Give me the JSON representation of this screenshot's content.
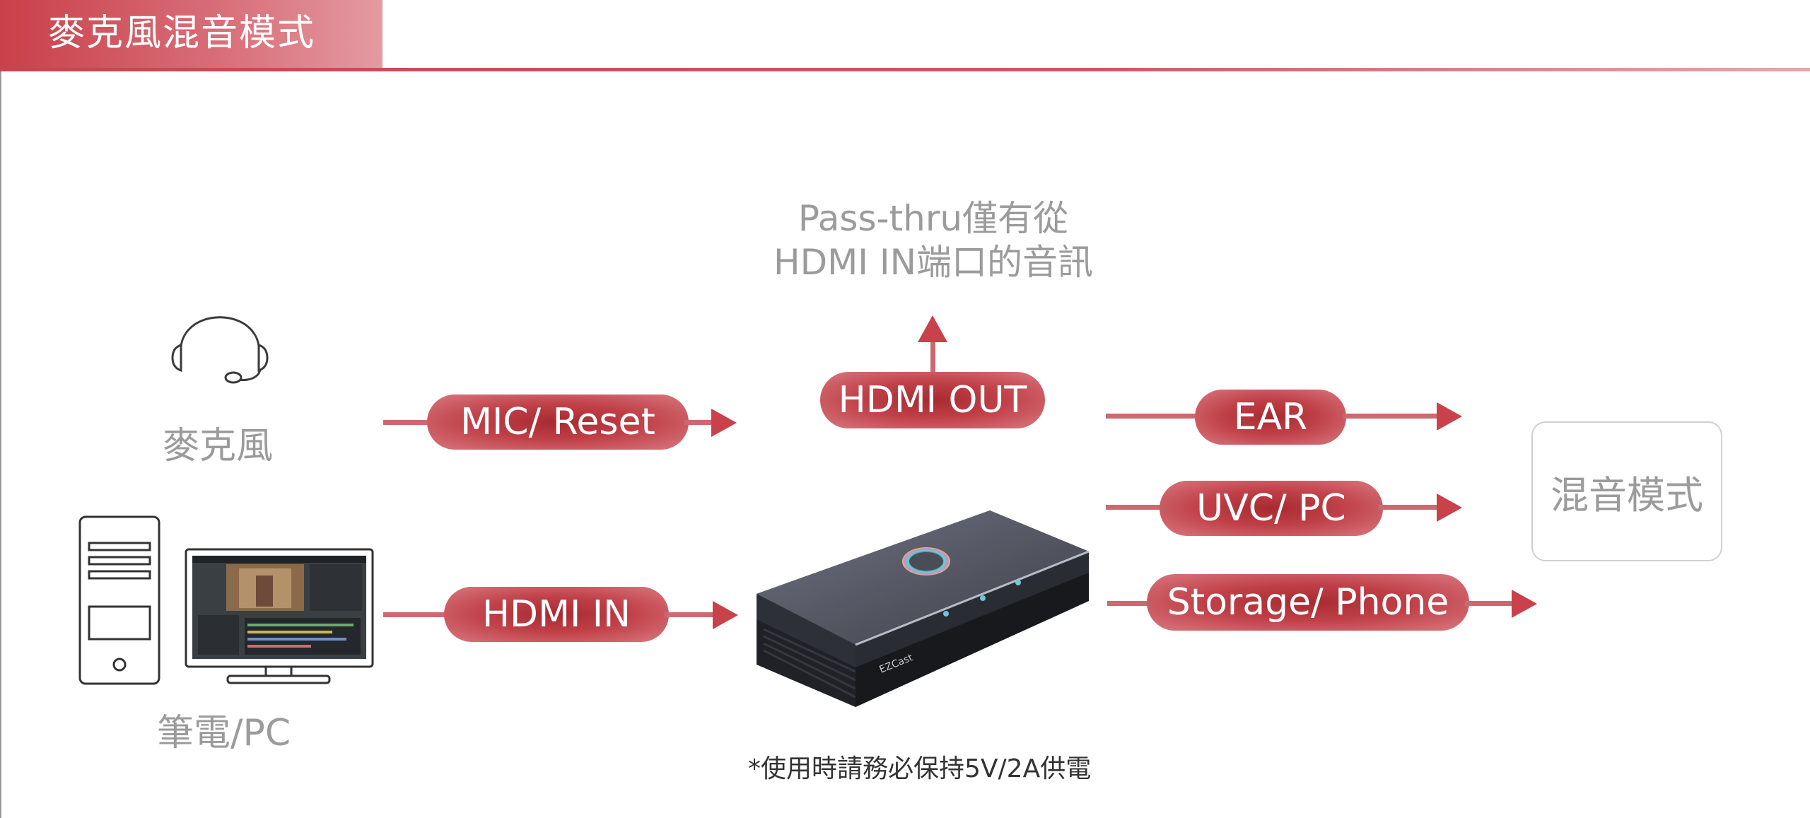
{
  "header": {
    "title": "麥克風混音模式"
  },
  "pass_thru_note": {
    "line1": "Pass-thru僅有從",
    "line2": "HDMI IN端口的音訊"
  },
  "inputs": {
    "microphone_label": "麥克風",
    "pc_label": "筆電/PC"
  },
  "ports": {
    "mic_reset": "MIC/ Reset",
    "hdmi_in": "HDMI IN",
    "hdmi_out": "HDMI OUT",
    "ear": "EAR",
    "uvc_pc": "UVC/ PC",
    "storage_phone": "Storage/ Phone"
  },
  "device": {
    "brand": "EZCast"
  },
  "mix_mode_label": "混音模式",
  "footnote": "*使用時請務必保持5V/2A供電",
  "colors": {
    "accent": "#c9414a",
    "text_gray": "#9b9b9b"
  },
  "icons": [
    "headset-icon",
    "desktop-tower-icon",
    "monitor-icon"
  ]
}
